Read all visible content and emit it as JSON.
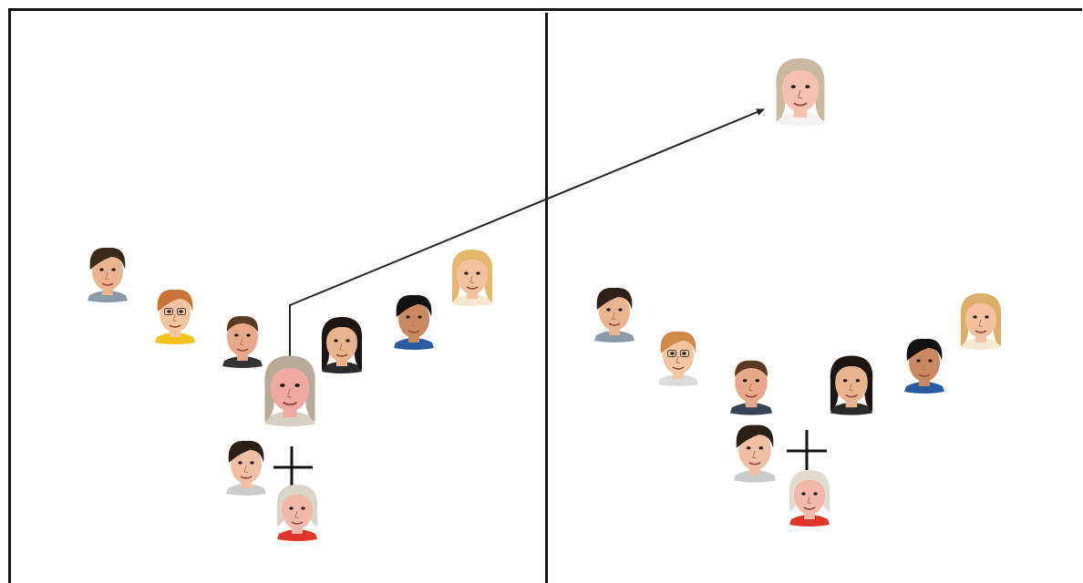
{
  "panels": [
    {
      "id": "left",
      "faces": [
        {
          "name": "face-young-man-open-mouth",
          "skin": "#e9b48f",
          "hair": "#3a2a1c",
          "hair_style": "short",
          "shirt": "#8a9aa8",
          "scale": 1.0
        },
        {
          "name": "face-redhead-glasses",
          "skin": "#f2c4a0",
          "hair": "#c8743a",
          "hair_style": "short",
          "shirt": "#f2c21a",
          "scale": 1.0,
          "glasses": true
        },
        {
          "name": "face-man-short-hair",
          "skin": "#e7a98a",
          "hair": "#5a3a22",
          "hair_style": "buzz",
          "shirt": "#333333",
          "scale": 1.0
        },
        {
          "name": "face-woman-gray-hair-morphed",
          "skin": "#f0a9a0",
          "hair": "#b9aa98",
          "hair_style": "long",
          "shirt": "#d8cfc4",
          "scale": 1.25
        },
        {
          "name": "face-woman-dark-hair",
          "skin": "#e8b48e",
          "hair": "#1e1410",
          "hair_style": "long",
          "shirt": "#2a2a2a",
          "scale": 1.0
        },
        {
          "name": "face-man-black-hair",
          "skin": "#c98a62",
          "hair": "#111111",
          "hair_style": "short",
          "shirt": "#2c5aa0",
          "scale": 1.0
        },
        {
          "name": "face-blonde-woman",
          "skin": "#f1c1a0",
          "hair": "#e4b86a",
          "hair_style": "long",
          "shirt": "#f4e8d0",
          "scale": 1.0
        },
        {
          "name": "face-young-man-center",
          "skin": "#f0c0a4",
          "hair": "#2a2018",
          "hair_style": "short",
          "shirt": "#cccccc",
          "scale": 1.0
        },
        {
          "name": "face-older-blonde-woman",
          "skin": "#f2b8a8",
          "hair": "#d9d4c8",
          "hair_style": "bob",
          "shirt": "#e0352b",
          "scale": 1.0
        }
      ]
    },
    {
      "id": "right",
      "faces": [
        {
          "name": "face-blonde-woman-outlier",
          "skin": "#f4c2ae",
          "hair": "#c9b9a0",
          "hair_style": "long",
          "shirt": "#f2f2f2",
          "scale": 1.2
        },
        {
          "name": "face-young-man-open-mouth",
          "skin": "#e9b48f",
          "hair": "#2e2218",
          "hair_style": "short",
          "shirt": "#8a9aa8",
          "scale": 1.0
        },
        {
          "name": "face-redhead-glasses",
          "skin": "#f2c4a0",
          "hair": "#d08a4a",
          "hair_style": "short",
          "shirt": "#dddddd",
          "scale": 1.0,
          "glasses": true
        },
        {
          "name": "face-man-short-hair",
          "skin": "#e7a98a",
          "hair": "#5a3a22",
          "hair_style": "buzz",
          "shirt": "#3a4452",
          "scale": 1.05
        },
        {
          "name": "face-woman-dark-hair",
          "skin": "#e8b48e",
          "hair": "#1e1410",
          "hair_style": "long",
          "shirt": "#2a2a2a",
          "scale": 1.05
        },
        {
          "name": "face-man-black-hair",
          "skin": "#c98a62",
          "hair": "#111111",
          "hair_style": "short",
          "shirt": "#2c5aa0",
          "scale": 1.0
        },
        {
          "name": "face-blonde-woman",
          "skin": "#f1c1a0",
          "hair": "#dcae6a",
          "hair_style": "long",
          "shirt": "#f4e8d0",
          "scale": 1.0
        },
        {
          "name": "face-young-man-center",
          "skin": "#f0c0a4",
          "hair": "#2a2018",
          "hair_style": "short",
          "shirt": "#cccccc",
          "scale": 1.05
        },
        {
          "name": "face-older-blonde-woman",
          "skin": "#f2b8a8",
          "hair": "#e2dccf",
          "hair_style": "bob",
          "shirt": "#e0352b",
          "scale": 1.0
        }
      ]
    }
  ],
  "colors": {
    "line": "#111111",
    "arrow": "#222222",
    "background": "#ffffff"
  }
}
